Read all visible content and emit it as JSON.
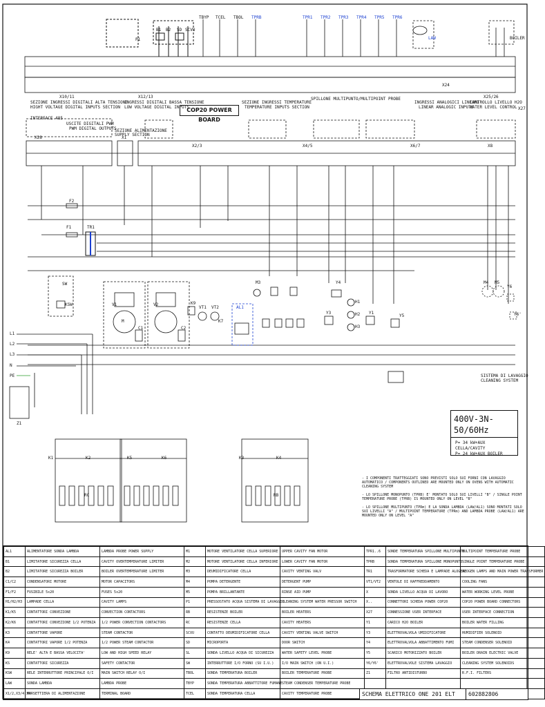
{
  "board": {
    "title": "COP20 POWER BOARD"
  },
  "connectors": [
    {
      "name": "X10/11",
      "note1": "SEZIONE INGRESSI DIGITALI ALTA TENSIONE",
      "note2": "HIGHT VOLTAGE DIGITAL INPUTS SECTION"
    },
    {
      "name": "X12/13",
      "note1": "INGRESSI DIGITALI BASSA TENSIONE",
      "note2": "LOW VOLTAGE DIGITAL INPUTS"
    },
    {
      "name": "",
      "note1": "SEZIONE INGRESSI TEMPERATURE",
      "note2": "TEMPERATURE INPUTS SECTION"
    },
    {
      "name": "",
      "note1": "SPILLONE MULTIPUNTO/MULTIPOINT PROBE",
      "note2": ""
    },
    {
      "name": "",
      "note1": "INGRESSI ANALOGICI LINEARI",
      "note2": "LINEAR ANALOGIC INPUTS"
    },
    {
      "name": "X25/26",
      "note1": "CONTROLLO LIVELLO H2O",
      "note2": "WATER LEVEL CONTROL"
    }
  ],
  "lower_connectors": [
    "INTERFACE 485",
    "X28",
    "USCITE DIGITALI PWM",
    "PWM DIGITAL OUTPUTS",
    "X1",
    "SEZIONE ALIMENTAZIONE",
    "SUPPLY SECTION",
    "X2/3",
    "X4/5",
    "X6/7",
    "X8"
  ],
  "top_probes": [
    "TBYP",
    "TCEL",
    "TBOL",
    "TPRB",
    "TPR1",
    "TPR2",
    "TPR3",
    "TPR4",
    "TPR5",
    "TPR6"
  ],
  "top_parts": [
    "P1",
    "B1",
    "B2",
    "SD",
    "SCVU",
    "LAW",
    "BOILER"
  ],
  "components": [
    "F2",
    "F1",
    "TR1",
    "SW",
    "KSW",
    "V1",
    "V2",
    "M",
    "C1",
    "C2",
    "K9",
    "VT1",
    "VT2",
    "AL1",
    "K1",
    "K2",
    "K3",
    "K4",
    "K5",
    "K6",
    "K7",
    "M3",
    "Y4",
    "H1",
    "H2",
    "H3",
    "Y1",
    "Y3",
    "Y5",
    "M4",
    "M5",
    "Y6",
    "Y6'",
    "L1",
    "L2",
    "L3",
    "N",
    "PE",
    "Z1",
    "RC",
    "RB",
    "X27",
    "X24"
  ],
  "cleaning": {
    "line1": "SISTEMA DI LAVAGGIO",
    "line2": "CLEANING SYSTEM"
  },
  "power": {
    "title": "400V-3N-50/60Hz",
    "line1": "P= 34 kW+AUX CELLA/CAVITY",
    "line2": "P= 24 kW+AUX BOILER"
  },
  "notes": [
    "- I COMPONENTI TRATTEGGIATI SONO PREVISTI SOLO SUI FORNI CON LAVAGGIO AUTOMATICO / COMPONENTS OUTLINED ARE MOUNTED ONLY ON OVENS WITH AUTOMATIC CLEANING SYSTEM",
    "- LO SPILLONE MONOPUNTO (TPRB) E' MONTATO SOLO SUI LIVELLI \"B\" / SINGLE POINT TEMPERATURE PROBE (TPRB) IS MOUNTED ONLY ON LEVEL \"B\"",
    "- LO SPILLONE MULTIPUNTO (TPRm) E LA SONDA LAMBDA (LAW/AL1) SONO MONTATI SOLO SUI LIVELLI \"A\" / MULTIPOINT TEMPERATURE (TPRm) AND LAMBDA PROBE (LAW/AL1) ARE MOUNTED ONLY ON LEVEL \"A\""
  ],
  "legend": [
    [
      {
        "c": "AL1",
        "it": "ALIMENTATORE SONDA LAMBDA",
        "en": "LAMBDA PROBE POWER SUPPLY"
      },
      {
        "c": "M1",
        "it": "MOTORE VENTILATORE CELLA SUPERIORE",
        "en": "UPPER CAVITY FAN MOTOR"
      },
      {
        "c": "TPR1..6",
        "it": "SONDE TEMPERATURA SPILLONE MULTIPUNTO",
        "en": "MULTIPOINT TEMPERATURE PROBE"
      }
    ],
    [
      {
        "c": "B1",
        "it": "LIMITATORE SICUREZZA CELLA",
        "en": "CAVITY OVERTEMPERATURE LIMITER"
      },
      {
        "c": "M2",
        "it": "MOTORE VENTILATORE CELLA INFERIORE",
        "en": "LOWER CAVITY FAN MOTOR"
      },
      {
        "c": "TPRB",
        "it": "SONDA TEMPERATURA SPILLONE MONOPUNTO",
        "en": "SINGLE POINT TEMPERATURE PROBE"
      }
    ],
    [
      {
        "c": "B2",
        "it": "LIMITATORE SICUREZZA BOILER",
        "en": "BOILER OVERTEMPERATURE LIMITER"
      },
      {
        "c": "M3",
        "it": "DEUMIDIFICATORE CELLA",
        "en": "CAVITY VENTING VALV"
      },
      {
        "c": "TR1",
        "it": "TRASFORMATORE SCHEDA E LAMPADE ALOGENE",
        "en": "ALOGEN LAMPS AND MAIN POWER TRANSFORMER"
      }
    ],
    [
      {
        "c": "C1/C2",
        "it": "CONDENSATORI MOTORE",
        "en": "MOTOR CAPACITORS"
      },
      {
        "c": "M4",
        "it": "POMPA DETERGENTE",
        "en": "DETERGENT PUMP"
      },
      {
        "c": "VT1/VT2",
        "it": "VENTOLE DI RAFFREDDAMENTO",
        "en": "COOLING FANS"
      }
    ],
    [
      {
        "c": "F1/F2",
        "it": "FUSIBILE 5x20",
        "en": "FUSES 5x20"
      },
      {
        "c": "M5",
        "it": "POMPA BRILLANTANTE",
        "en": "RINSE AID PUMP"
      },
      {
        "c": "X",
        "it": "SONDA LIVELLO ACQUA DI LAVORO",
        "en": "WATER WORKING LEVEL PROBE"
      }
    ],
    [
      {
        "c": "H1/H2/H3",
        "it": "LAMPADE CELLA",
        "en": "CAVITY LAMPS"
      },
      {
        "c": "P1",
        "it": "PRESSOSTATO ACQUA SISTEMA DI LAVAGGIO",
        "en": "CLEANING SYSTEM WATER PRESSOR SWITCH"
      },
      {
        "c": "X..",
        "it": "CONNETTORI SCHEDA POWER COP20",
        "en": "COP20 POWER BOARD CONNECTORS"
      }
    ],
    [
      {
        "c": "K1/K5",
        "it": "CONTATTORI CONVEZIONE",
        "en": "CONVECTION CONTACTORS"
      },
      {
        "c": "RB",
        "it": "RESISTENZE BOILER",
        "en": "BOILER HEATERS"
      },
      {
        "c": "X27",
        "it": "CONNESSIONE USER INTERFACE",
        "en": "USER INTERFACE CONNECTION"
      }
    ],
    [
      {
        "c": "K2/K6",
        "it": "CONTATTORI CONVEZIONE 1/2 POTENZA",
        "en": "1/2 POWER CONVECTION CONTACTORS"
      },
      {
        "c": "RC",
        "it": "RESISTENZE CELLA",
        "en": "CAVITY HEATERS"
      },
      {
        "c": "Y1",
        "it": "CARICO H2O BOILER",
        "en": "BOILER WATER FILLING"
      }
    ],
    [
      {
        "c": "K3",
        "it": "CONTATTORE VAPORE",
        "en": "STEAM CONTACTOR"
      },
      {
        "c": "SCVU",
        "it": "CONTATTO DEUMIDIFICATORE CELLA",
        "en": "CAVITY VENTING VALVE SWITCH"
      },
      {
        "c": "Y3",
        "it": "ELETTROVALVOLA UMIDIFICATORE",
        "en": "HUMIDIFIER SOLENOID"
      }
    ],
    [
      {
        "c": "K4",
        "it": "CONTATTORI VAPORE 1/2 POTENZA",
        "en": "1/2 POWER STEAM CONTACTOR"
      },
      {
        "c": "SD",
        "it": "MICROPORTA",
        "en": "DOOR SWITCH"
      },
      {
        "c": "Y4",
        "it": "ELETTROVALVOLA ABBATTIMENTO FUMI",
        "en": "STEAM CONDENSER SOLENOID"
      }
    ],
    [
      {
        "c": "K9",
        "it": "RELE' ALTA E BASSA VELOCITA'",
        "en": "LOW AND HIGH SPEED RELAY"
      },
      {
        "c": "SL",
        "it": "SONDA LIVELLO ACQUA DI SICUREZZA",
        "en": "WATER SAFETY LEVEL PROBE"
      },
      {
        "c": "Y5",
        "it": "SCARICO MOTORIZZATO BOILER",
        "en": "BOILER DRAIN ELECTRIC VALVE"
      }
    ],
    [
      {
        "c": "KS",
        "it": "CONTATTORI SICUREZZA",
        "en": "SAFETY CONTACTOR"
      },
      {
        "c": "SW",
        "it": "INTERRUTTORE I/O FORNO (SU I.U.)",
        "en": "I/O MAIN SWITCH (ON U.I.)"
      },
      {
        "c": "Y6/Y6'",
        "it": "ELETTROVALVOLE SISTEMA LAVAGGIO",
        "en": "CLEANING SYSTEM SOLENOIDS"
      }
    ],
    [
      {
        "c": "KSW",
        "it": "RELE INTERRUTTORE PRINCIPALE O/I",
        "en": "MAIN SWITCH RELAY O/I"
      },
      {
        "c": "TBOL",
        "it": "SONDA TEMPERATURA BOILER",
        "en": "BOILER TEMPERATURE PROBE"
      },
      {
        "c": "Z1",
        "it": "FILTRO ANTIDISTURBO",
        "en": "R.F.I. FILTERS"
      }
    ],
    [
      {
        "c": "LAW",
        "it": "SONDA LAMBDA",
        "en": "LAMBDA PROBE"
      },
      {
        "c": "TBYP",
        "it": "SONDA TEMPERATURA ABBATTITORE FUMANE",
        "en": "STEAM CONDENSER TEMPERATURE PROBE"
      },
      {
        "c": "",
        "it": "",
        "en": ""
      }
    ],
    [
      {
        "c": "X1/2,X3/4,X4",
        "it": "MORSETTIERA DI ALIMENTAZIONE",
        "en": "TERMINAL BOARD"
      },
      {
        "c": "TCEL",
        "it": "SONDA TEMPERATURA CELLA",
        "en": "CAVITY TEMPERATURE PROBE"
      },
      {
        "c": "",
        "it": "",
        "en": ""
      }
    ]
  ],
  "title_block": {
    "title": "SCHEMA ELETTRICO ONE 201 ELT",
    "code": "602882806"
  },
  "colors": {
    "line": "#111111",
    "accent": "#1a3fd1",
    "ground": "#2a9d2a"
  }
}
